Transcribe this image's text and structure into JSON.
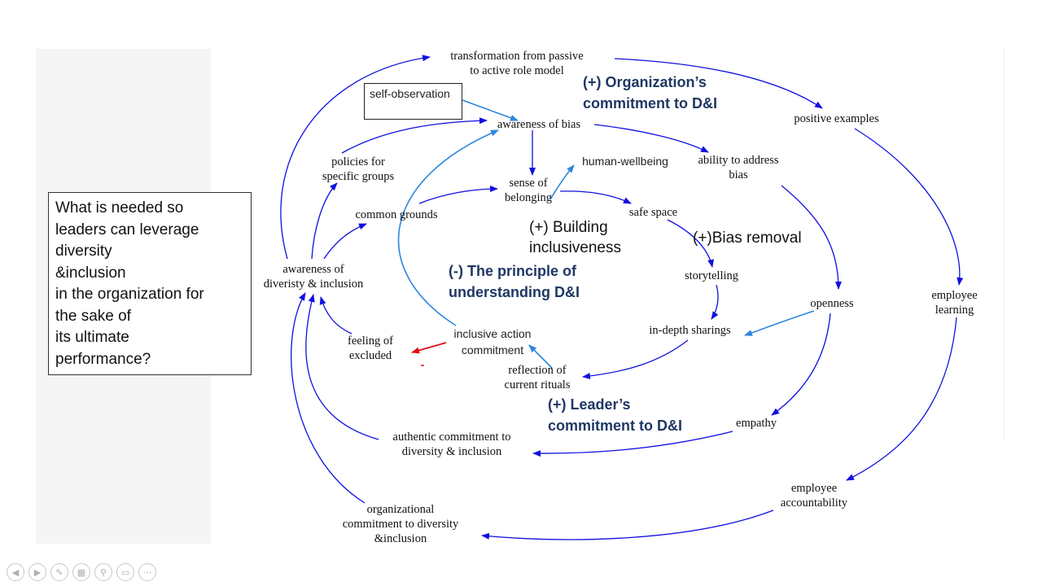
{
  "question": "What is needed so\nleaders can leverage\ndiversity\n&inclusion\nin the organization for\nthe sake of\nits ultimate\nperformance?",
  "self_observation": "self-observation",
  "loops": {
    "organization": "(+) Organization’s\ncommitment to D&I",
    "building": "(+) Building\ninclusiveness",
    "bias_removal": "(+)Bias removal",
    "principle": "(-) The principle of\nunderstanding D&I",
    "leader": "(+) Leader’s\ncommitment to D&I"
  },
  "nodes": {
    "transformation": "transformation from passive\nto active role model",
    "awareness_bias": "awareness of bias",
    "positive_examples": "positive examples",
    "policies": "policies for\nspecific groups",
    "human_wellbeing": "human-wellbeing",
    "ability_bias": "ability to address\nbias",
    "sense_belonging": "sense of\nbelonging",
    "common_grounds": "common grounds",
    "safe_space": "safe space",
    "awareness_di": "awareness of\ndiveristy & inclusion",
    "storytelling": "storytelling",
    "employee_learning": "employee\nlearning",
    "openness": "openness",
    "inclusive_action": "inclusive action\ncommitment",
    "feeling_excluded": "feeling of\nexcluded",
    "in_depth": "in-depth sharings",
    "reflection": "reflection of\ncurrent rituals",
    "empathy": "empathy",
    "authentic": "authentic commitment to\ndiversity & inclusion",
    "employee_accountability": "employee\naccountability",
    "organizational": "organizational\ncommitment to diversity\n&inclusion"
  },
  "colors": {
    "dark_arrow": "#1010e0",
    "light_arrow": "#2e86de",
    "red_arrow": "#e01010",
    "loop_label": "#1f3864"
  },
  "nav_icons": [
    "previous-icon",
    "next-icon",
    "pen-icon",
    "slides-icon",
    "zoom-icon",
    "subtitles-icon",
    "more-icon"
  ]
}
